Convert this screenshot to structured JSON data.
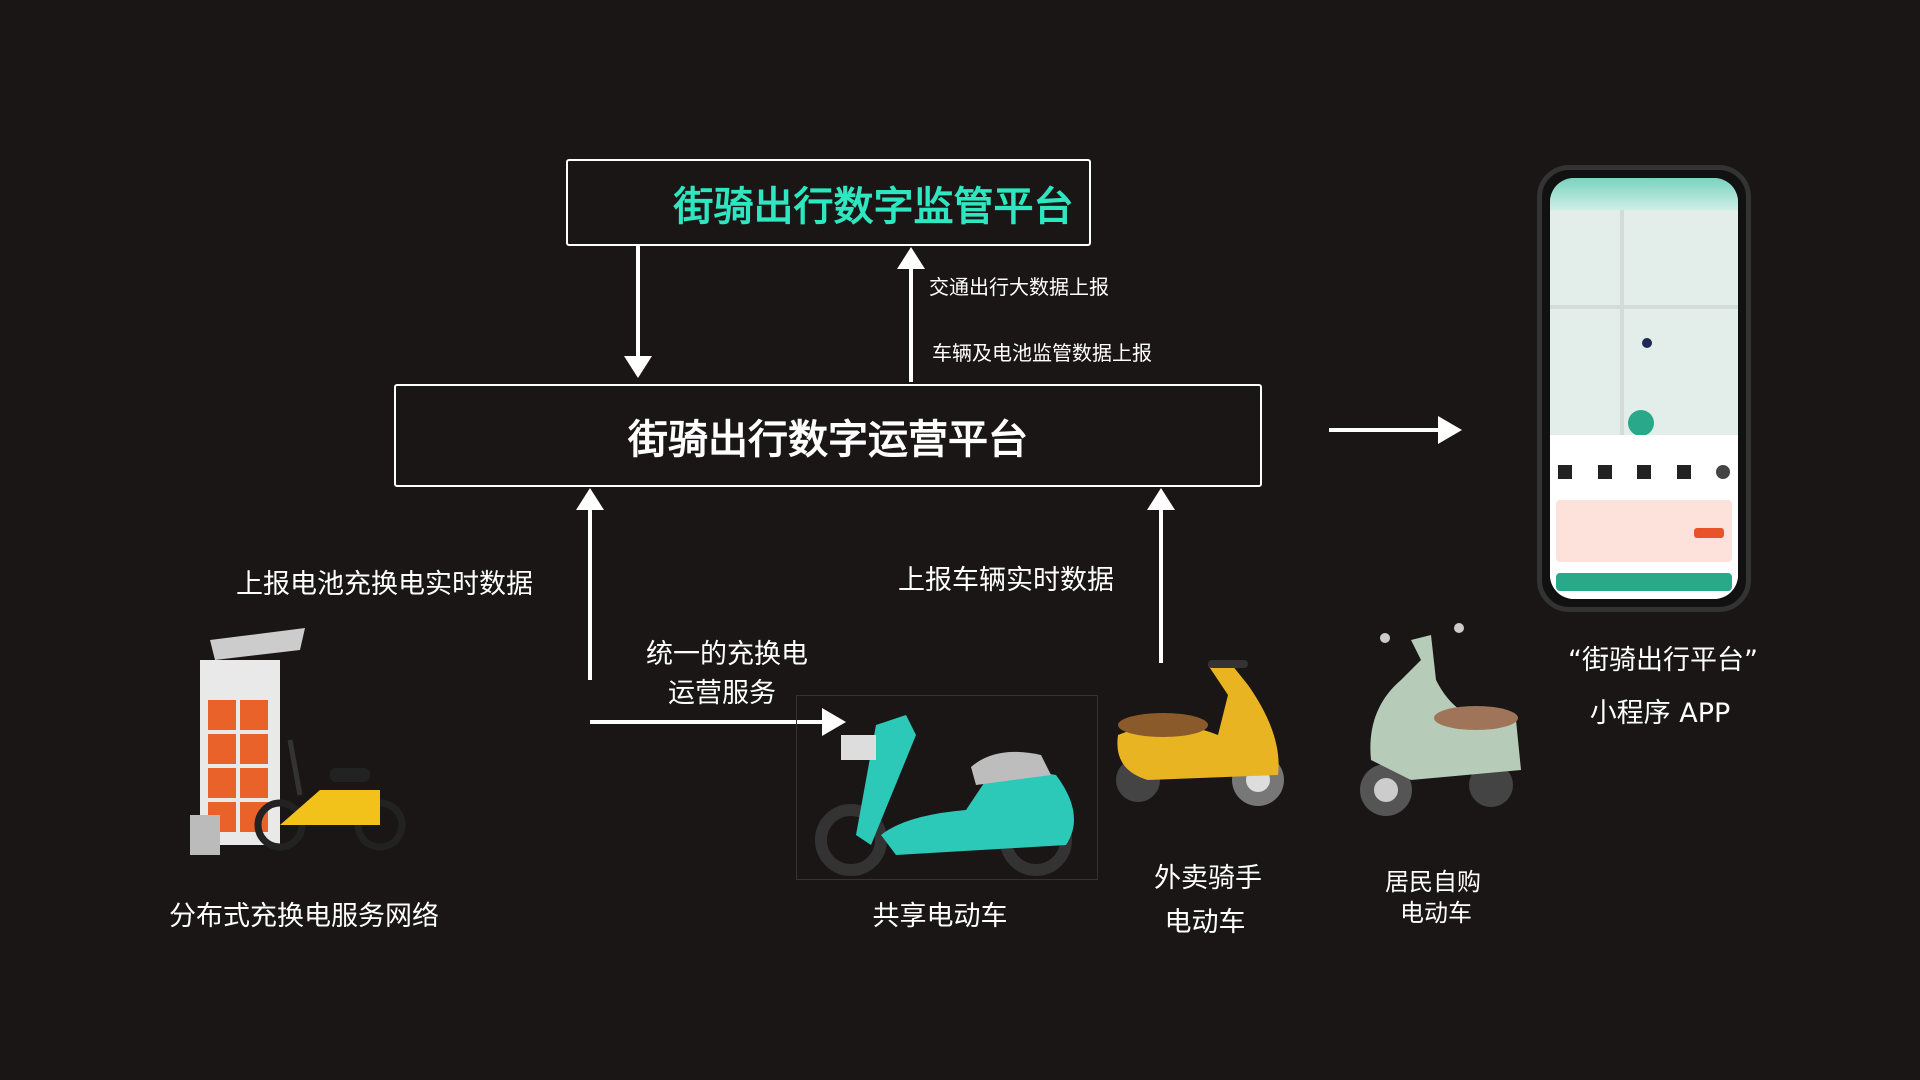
{
  "platforms": {
    "supervision": "街骑出行数字监管平台",
    "operation": "街骑出行数字运营平台"
  },
  "flows": {
    "traffic_report": "交通出行大数据上报",
    "vehicle_battery_report": "车辆及电池监管数据上报",
    "battery_realtime_report": "上报电池充换电实时数据",
    "vehicle_realtime_report": "上报车辆实时数据",
    "unified_service_line1": "统一的充换电",
    "unified_service_line2": "运营服务"
  },
  "entities": {
    "charging_network": "分布式充换电服务网络",
    "shared_ebike": "共享电动车",
    "delivery_line1": "外卖骑手",
    "delivery_line2": "电动车",
    "resident_line1": "居民自购",
    "resident_line2": "电动车"
  },
  "app": {
    "caption_line1": "“街骑出行平台”",
    "caption_line2": "小程序 APP"
  },
  "colors": {
    "background": "#1a1616",
    "accent": "#2ee6c0",
    "app_green": "#2aa98a"
  }
}
